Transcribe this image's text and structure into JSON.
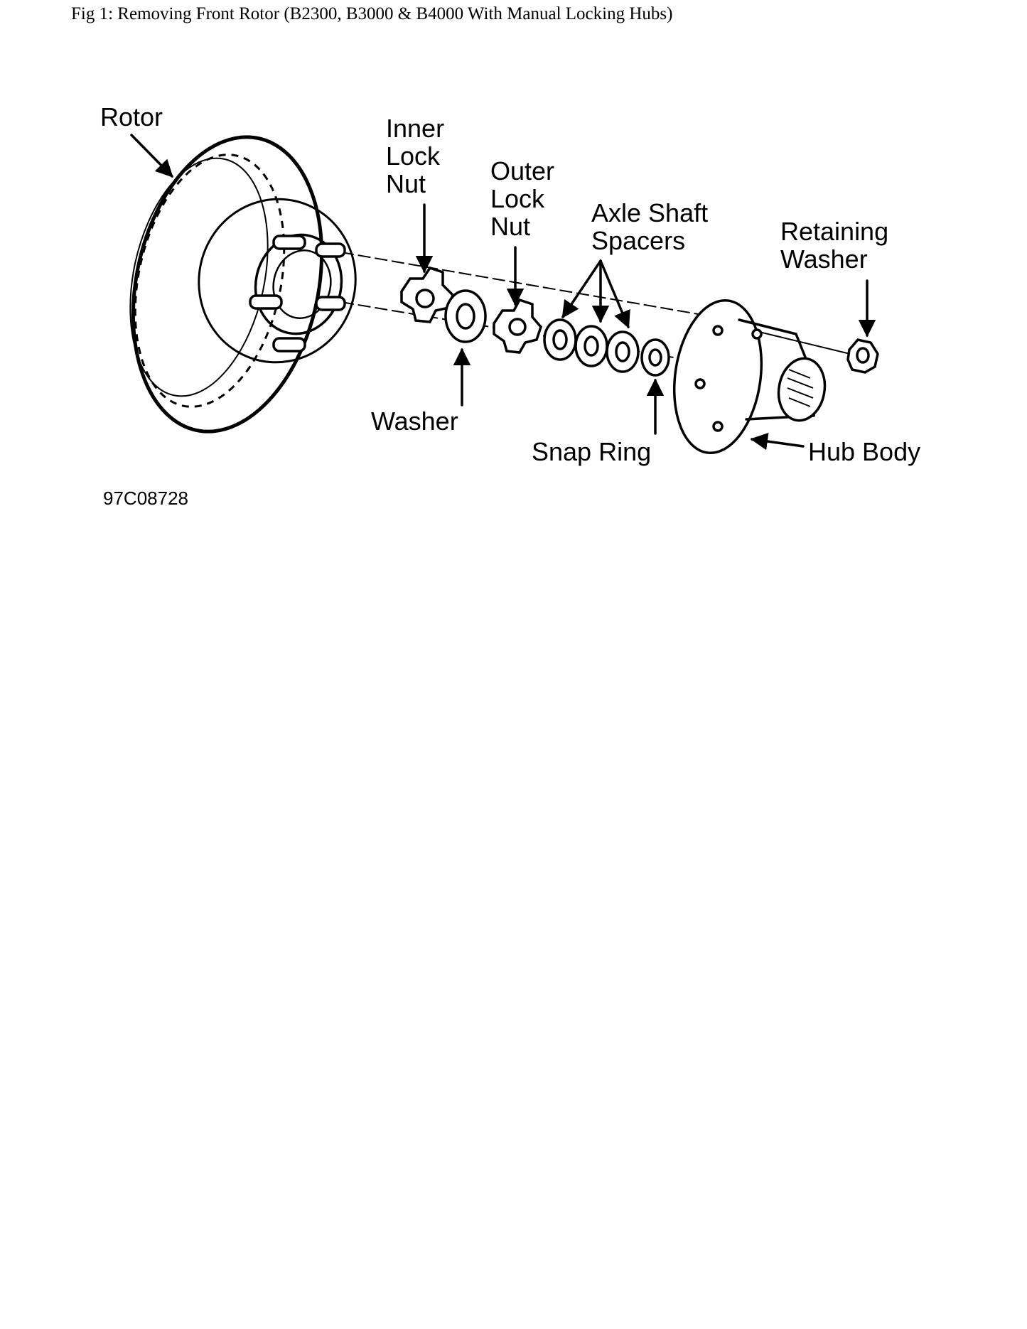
{
  "caption": "Fig 1: Removing Front Rotor (B2300, B3000 & B4000 With Manual Locking Hubs)",
  "figure_code": "97C08728",
  "labels": {
    "rotor": "Rotor",
    "inner_lock_nut": [
      "Inner",
      "Lock",
      "Nut"
    ],
    "outer_lock_nut": [
      "Outer",
      "Lock",
      "Nut"
    ],
    "axle_shaft_spacers": [
      "Axle Shaft",
      "Spacers"
    ],
    "retaining_washer": [
      "Retaining",
      "Washer"
    ],
    "washer": "Washer",
    "snap_ring": "Snap Ring",
    "hub_body": "Hub Body"
  }
}
